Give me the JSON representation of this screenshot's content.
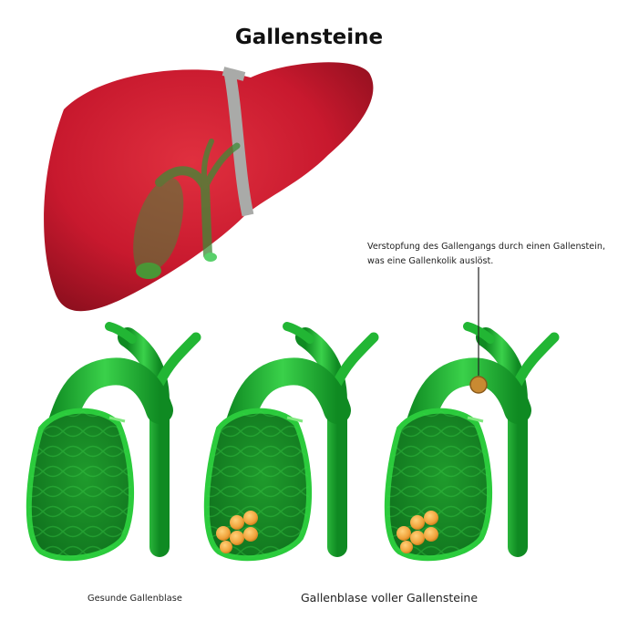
{
  "title": "Gallensteine",
  "annotation": {
    "line1": "Verstopfung des Gallengangs durch einen Gallenstein,",
    "line2": "was eine Gallenkolik auslöst."
  },
  "captions": {
    "healthy": "Gesunde Gallenblase",
    "stones": "Gallenblase voller Gallensteine"
  },
  "colors": {
    "liver": "#c8192e",
    "liver_dark": "#8e0f1e",
    "ligament": "#a9aaa8",
    "gallbladder": "#29c33a",
    "gallbladder_dark": "#0f8a22",
    "stone": "#f0a23a"
  }
}
